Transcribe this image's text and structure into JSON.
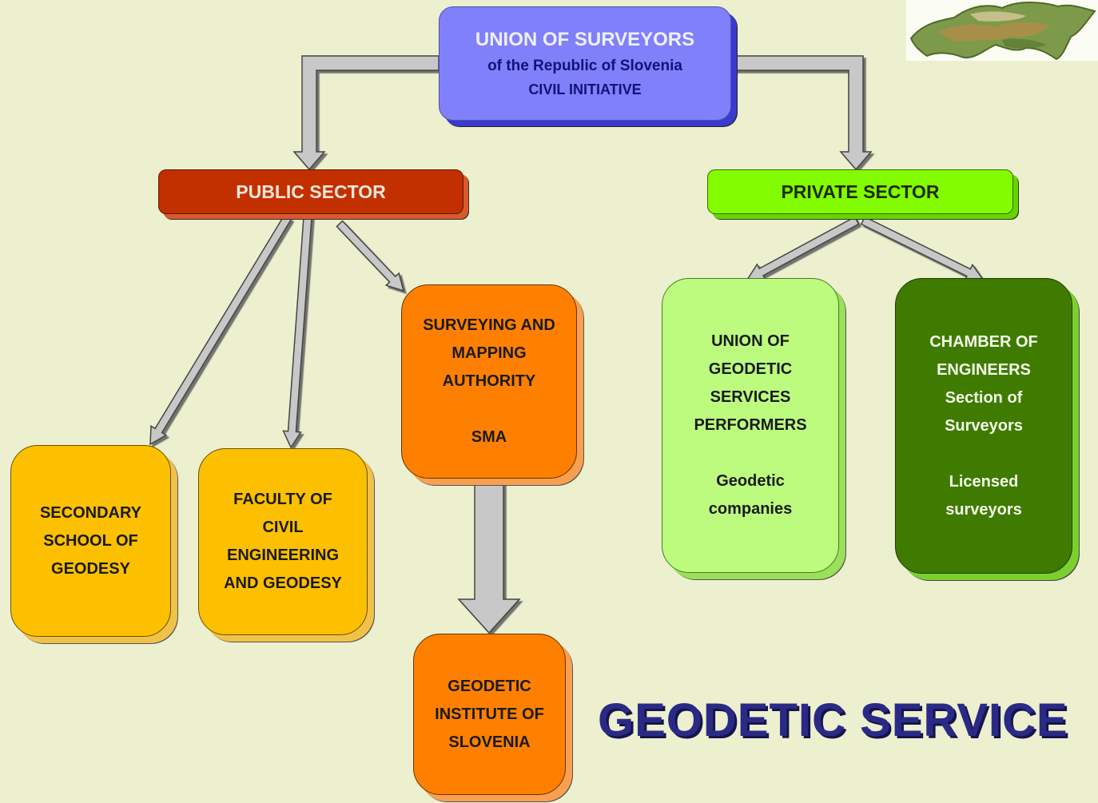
{
  "title": "GEODETIC SERVICE",
  "nodes": {
    "union": {
      "lines": [
        "UNION OF SURVEYORS",
        "of the Republic of Slovenia",
        "CIVIL INITIATIVE"
      ]
    },
    "public_sector": {
      "label": "PUBLIC SECTOR"
    },
    "private_sector": {
      "label": "PRIVATE SECTOR"
    },
    "secondary_school": {
      "lines": [
        "SECONDARY",
        "SCHOOL OF",
        "GEODESY"
      ]
    },
    "faculty": {
      "lines": [
        "FACULTY OF",
        "CIVIL",
        "ENGINEERING",
        "AND GEODESY"
      ]
    },
    "sma": {
      "lines": [
        "SURVEYING AND",
        "MAPPING",
        "AUTHORITY",
        "",
        "SMA"
      ]
    },
    "geodetic_institute": {
      "lines": [
        "GEODETIC",
        "INSTITUTE OF",
        "SLOVENIA"
      ]
    },
    "union_geodetic": {
      "lines": [
        "UNION OF",
        "GEODETIC",
        "SERVICES",
        "PERFORMERS",
        "",
        "Geodetic",
        "companies"
      ]
    },
    "chamber": {
      "lines": [
        "CHAMBER OF",
        "ENGINEERS",
        "Section of",
        "Surveyors",
        "",
        "Licensed",
        "surveyors"
      ]
    }
  },
  "colors": {
    "background": "#ecf0cf",
    "union": "#8080fa",
    "public_sector": "#c33000",
    "private_sector": "#83fb00",
    "yellow_boxes": "#fcc000",
    "orange_boxes": "#ff8000",
    "light_green_box": "#bcfb7e",
    "dark_green_box": "#3f7b00",
    "arrow": "#c8c8c8",
    "title": "#2a2a86"
  },
  "edges": [
    {
      "from": "union",
      "to": "public_sector"
    },
    {
      "from": "union",
      "to": "private_sector"
    },
    {
      "from": "public_sector",
      "to": "secondary_school"
    },
    {
      "from": "public_sector",
      "to": "faculty"
    },
    {
      "from": "public_sector",
      "to": "sma"
    },
    {
      "from": "sma",
      "to": "geodetic_institute"
    },
    {
      "from": "private_sector",
      "to": "union_geodetic"
    },
    {
      "from": "private_sector",
      "to": "chamber"
    }
  ],
  "logo": "slovenia-relief-map-image"
}
